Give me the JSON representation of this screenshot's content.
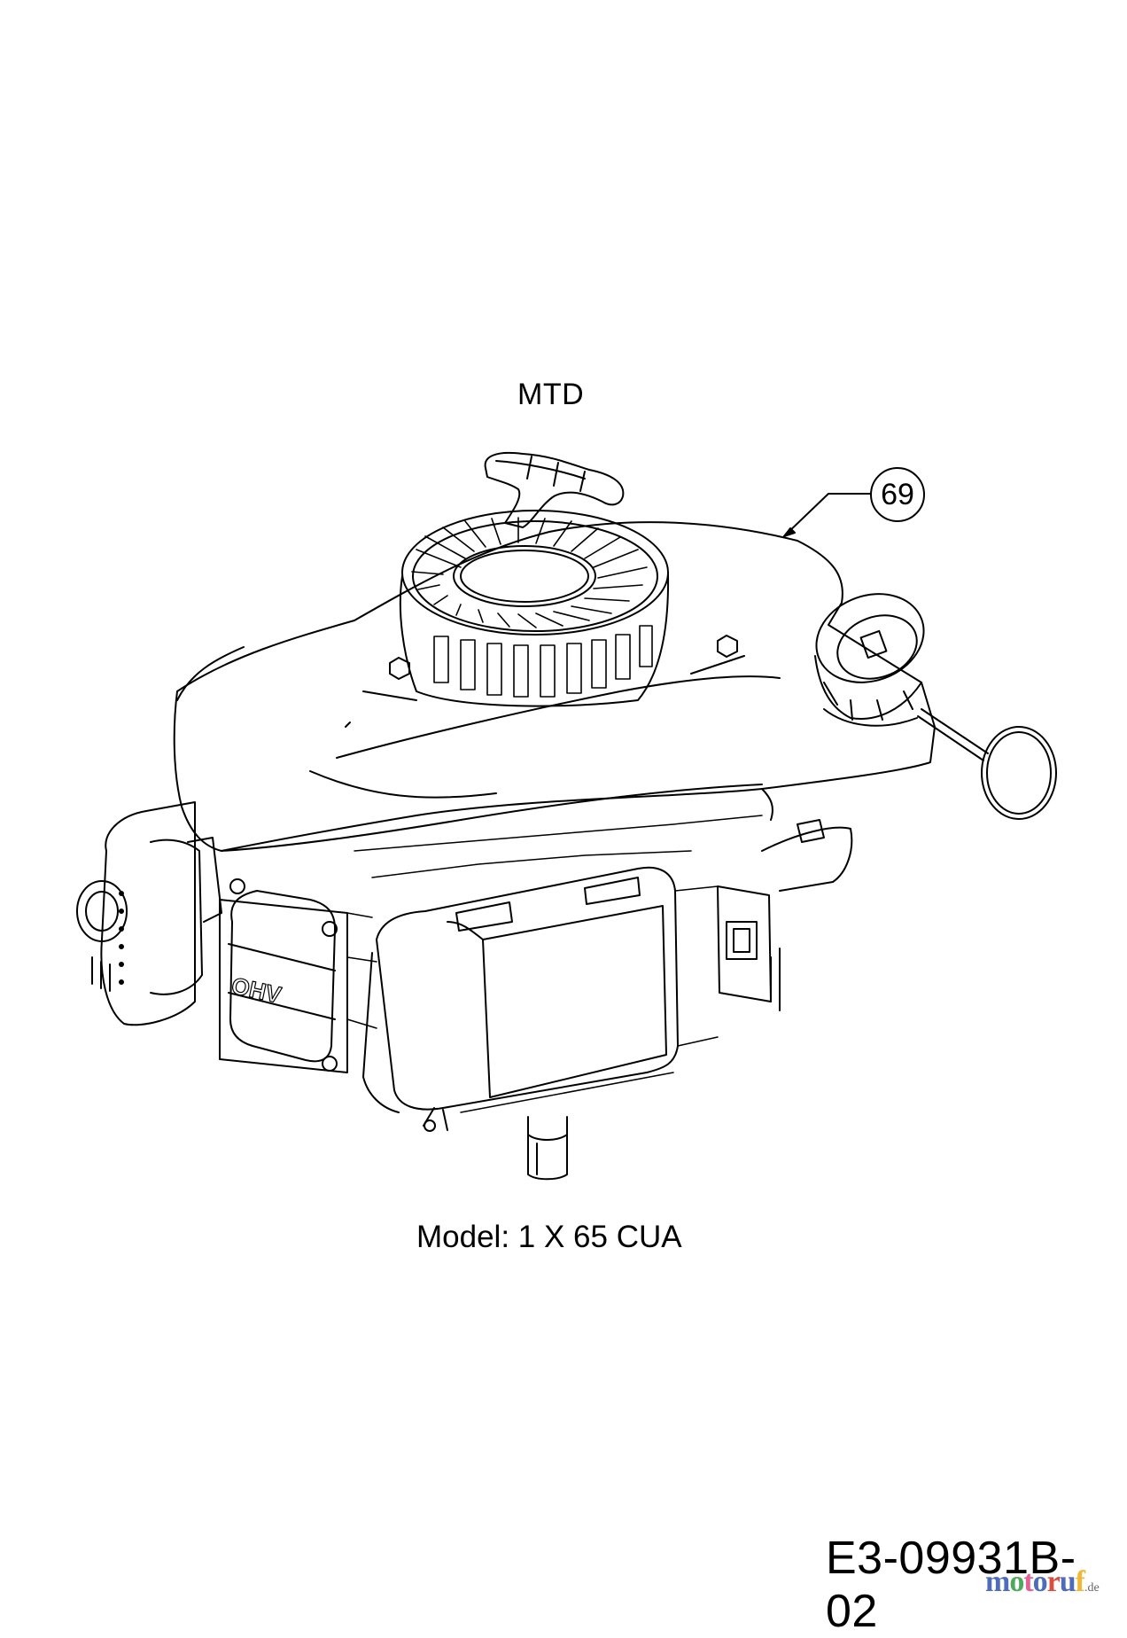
{
  "diagram": {
    "type": "parts-diagram",
    "brand": "MTD",
    "subject": "engine",
    "model_label": "Model: 1 X 65 CUA",
    "drawing_code": "E3-09931B-02",
    "callouts": [
      {
        "number": "69",
        "points_to": "engine shroud / cover"
      }
    ],
    "embossed_text": {
      "valve_cover": "OHV"
    },
    "components_shown": [
      "recoil starter handle",
      "recoil starter housing",
      "engine shroud",
      "oil filler cap",
      "dipstick ring",
      "muffler",
      "valve cover",
      "air filter housing",
      "ignition switch",
      "crankshaft"
    ]
  },
  "watermark": {
    "text": "motoruf",
    "tld": ".de",
    "letter_colors": [
      "#3b5bb5",
      "#3aa04a",
      "#e3508a",
      "#3b5bb5",
      "#d83a2c",
      "#3b5bb5",
      "#f0b020"
    ]
  }
}
